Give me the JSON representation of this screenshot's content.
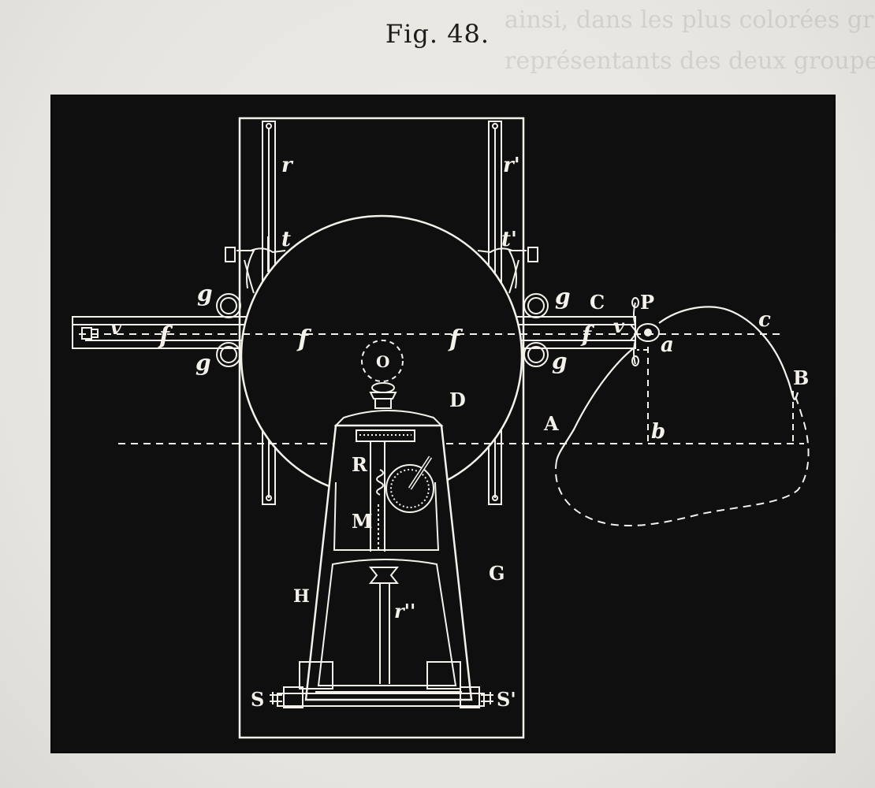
{
  "figure": {
    "caption": "Fig. 48."
  },
  "bleed_text": {
    "lines": [
      "ainsi, dans les plus colorées groupes",
      "représentants des deux groupes les plus répandues, l",
      "",
      ""
    ]
  },
  "labels": {
    "r": "r",
    "r_prime": "r'",
    "t": "t",
    "t_prime": "t'",
    "g_tl": "g",
    "g_bl": "g",
    "g_tr": "g",
    "g_br": "g",
    "v_left": "v",
    "f_left": "f",
    "f_mid_left": "f",
    "f_mid_right": "f",
    "f_right": "f",
    "v_right": "v",
    "C": "C",
    "P": "P",
    "a": "a",
    "c": "c",
    "B": "B",
    "b": "b",
    "A": "A",
    "O": "O",
    "D": "D",
    "R": "R",
    "M": "M",
    "G": "G",
    "H": "H",
    "r_double_prime": "r''",
    "S": "S",
    "S_prime": "S'"
  },
  "colors": {
    "plate": "#0f0f10",
    "ink": "#f3f1ea",
    "paper": "#e9e7e2"
  }
}
